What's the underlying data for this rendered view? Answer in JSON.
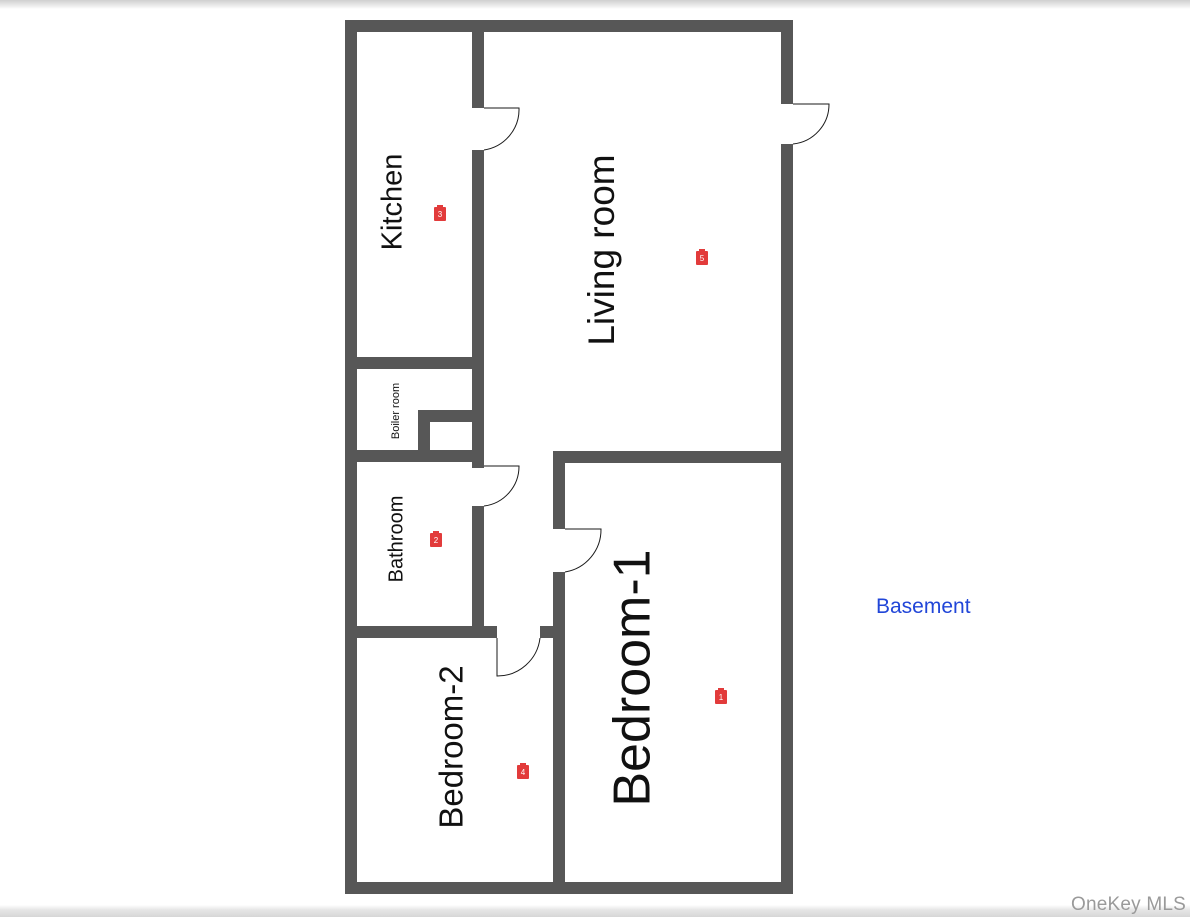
{
  "floor_label": "Basement",
  "rooms": {
    "kitchen": {
      "name": "Kitchen",
      "marker": "3"
    },
    "living_room": {
      "name": "Living room",
      "marker": "5"
    },
    "boiler_room": {
      "name": "Boiler room"
    },
    "bathroom": {
      "name": "Bathroom",
      "marker": "2"
    },
    "bedroom_2": {
      "name": "Bedroom-2",
      "marker": "4"
    },
    "bedroom_1": {
      "name": "Bedroom-1",
      "marker": "1"
    }
  },
  "watermark": "OneKey MLS",
  "colors": {
    "wall": "#575757",
    "marker": "#e23b3b",
    "floor_label": "#2146d8"
  }
}
